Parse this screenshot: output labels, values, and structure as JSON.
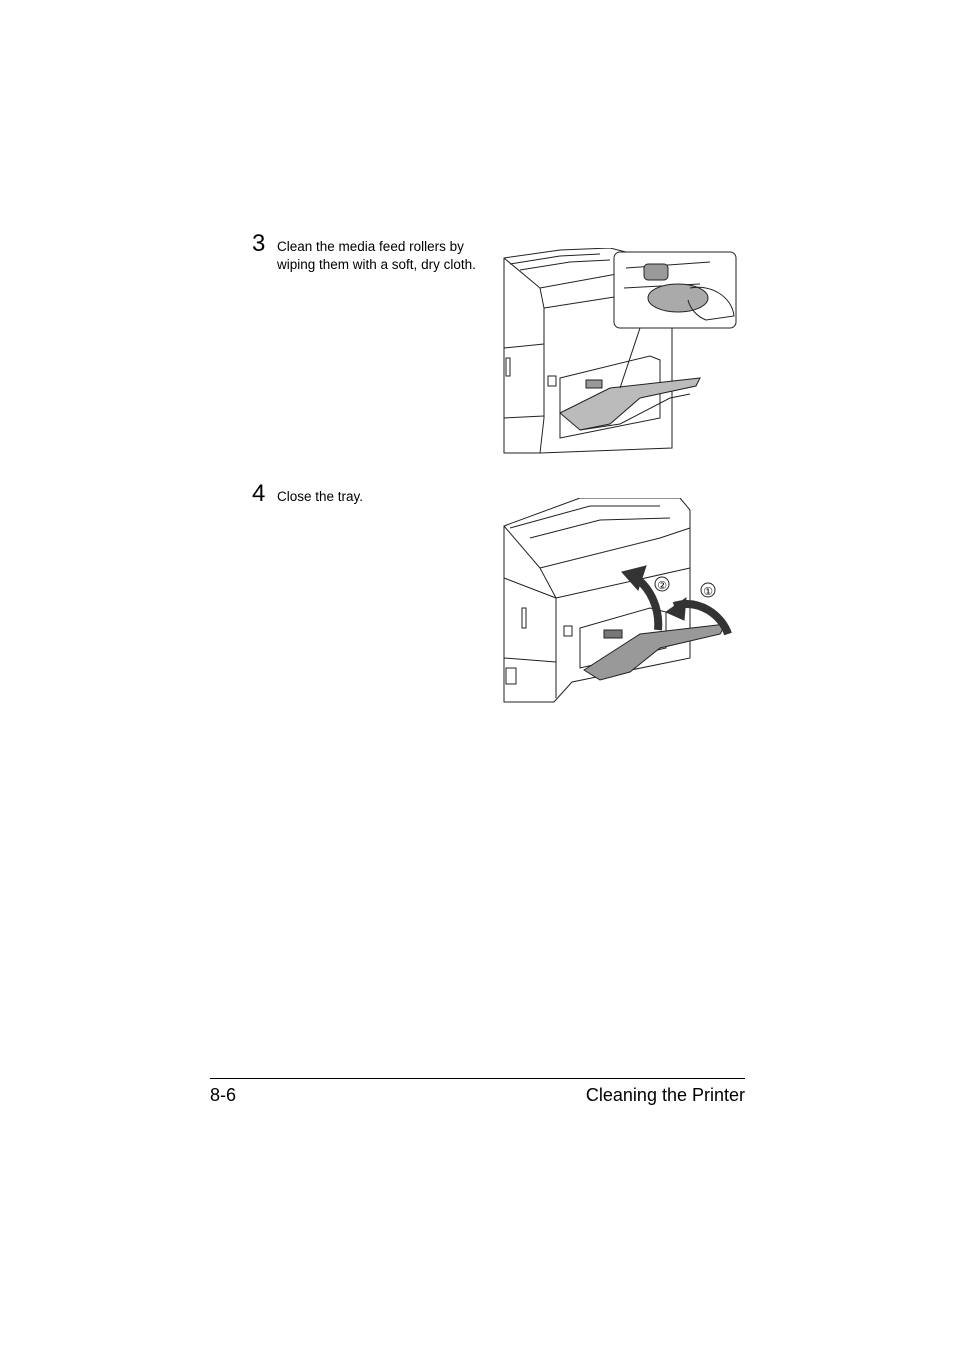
{
  "steps": [
    {
      "number": "3",
      "text": "Clean the media feed rollers by wiping them with a soft, dry cloth.",
      "illustration": "printer-wipe-rollers-illustration"
    },
    {
      "number": "4",
      "text": "Close the tray.",
      "illustration": "printer-close-tray-illustration",
      "callouts": [
        "①",
        "②"
      ]
    }
  ],
  "footer": {
    "page_number": "8-6",
    "section_title": "Cleaning the Printer"
  }
}
